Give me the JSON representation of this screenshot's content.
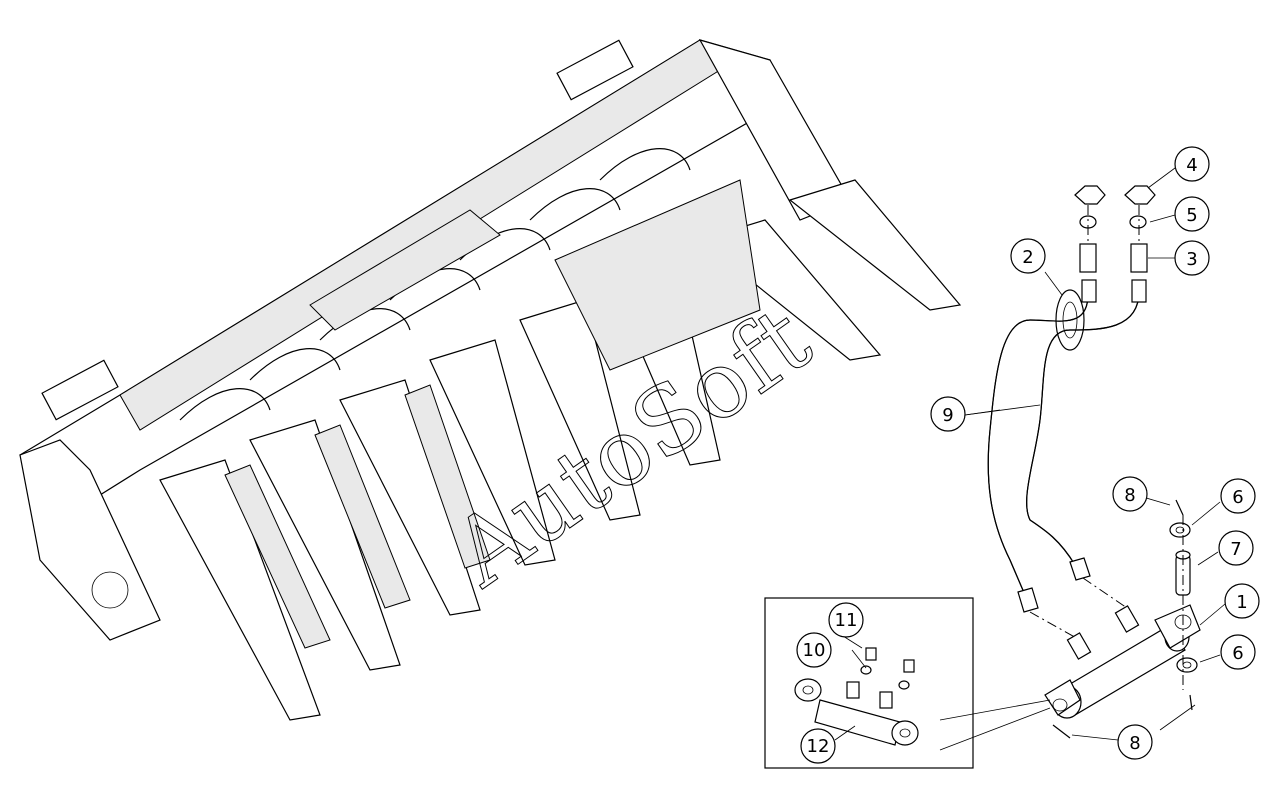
{
  "diagram": {
    "callouts": [
      {
        "id": "c1",
        "label": "1"
      },
      {
        "id": "c2",
        "label": "2"
      },
      {
        "id": "c3",
        "label": "3"
      },
      {
        "id": "c4",
        "label": "4"
      },
      {
        "id": "c5",
        "label": "5"
      },
      {
        "id": "c6a",
        "label": "6"
      },
      {
        "id": "c6b",
        "label": "6"
      },
      {
        "id": "c7",
        "label": "7"
      },
      {
        "id": "c8a",
        "label": "8"
      },
      {
        "id": "c8b",
        "label": "8"
      },
      {
        "id": "c9",
        "label": "9"
      },
      {
        "id": "c10",
        "label": "10"
      },
      {
        "id": "c11",
        "label": "11"
      },
      {
        "id": "c12",
        "label": "12"
      }
    ],
    "watermark": "AutoSoft"
  }
}
